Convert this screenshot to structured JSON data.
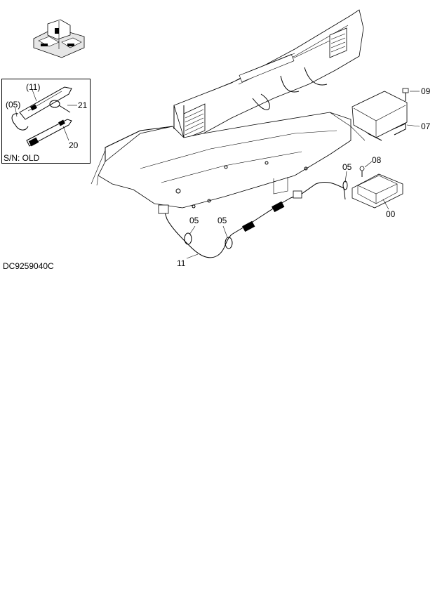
{
  "inset": {
    "note": "S/N: OLD",
    "callouts": [
      "(11)",
      "(05)",
      "21",
      "20"
    ]
  },
  "main": {
    "callouts": {
      "c09": "09",
      "c07": "07",
      "c08": "08",
      "c05_right": "05",
      "c00": "00",
      "c05_left": "05",
      "c05_mid": "05",
      "c11": "11"
    }
  },
  "footer": {
    "drawing_code": "DC9259040C"
  }
}
